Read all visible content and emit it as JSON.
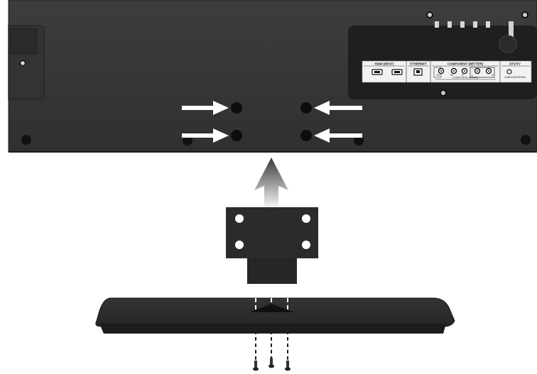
{
  "port_panel": {
    "hdmi_label": "HDMI (BEST)",
    "ethernet_label": "ETHERNET",
    "component_label": "COMPONENT (BETTER)",
    "composite_label": "COMPOSITE (GOOD)",
    "dtv_label": "DTV/TV",
    "component_sub": [
      "Y/V",
      "Pb",
      "Pr",
      "L",
      "R"
    ],
    "dtv_sub": "CABLE/ANTENNA"
  },
  "colors": {
    "tv_body": "#3a3a3a",
    "panel_recess": "#1f1f1f",
    "port_strip": "#f2f2f2",
    "stand_neck": "#2b2b2b",
    "stand_base": "#2a2a2a",
    "arrow": "#ffffff",
    "up_arrow": "#4a4a4a",
    "screw": "#2a2a2a"
  },
  "icons": [
    "arrow-right-icon",
    "arrow-left-icon",
    "arrow-up-icon",
    "screw-icon",
    "mounting-hole-icon"
  ]
}
